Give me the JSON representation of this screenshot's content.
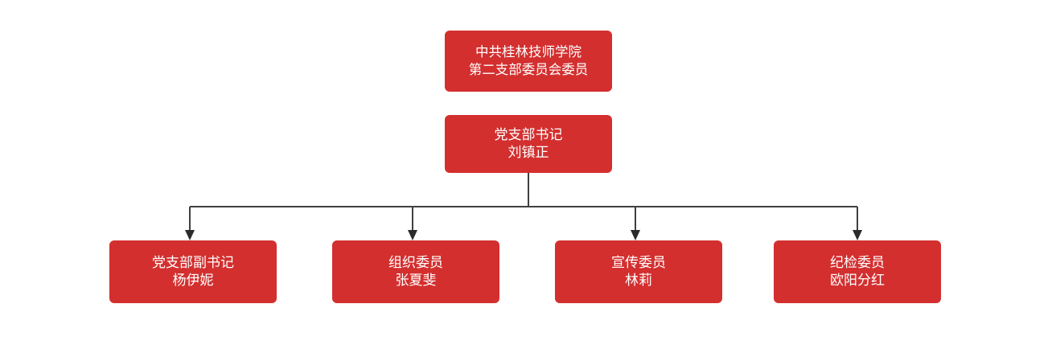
{
  "chart_data": {
    "type": "diagram",
    "diagram_kind": "organizational-chart",
    "title": "中共桂林技师学院第二支部委员会委员",
    "orientation": "top-down",
    "theme": {
      "node_fill": "#d32f2f",
      "node_text": "#ffffff",
      "connector": "#404040",
      "background": "#ffffff"
    },
    "nodes": [
      {
        "id": "root",
        "level": 0,
        "line1": "中共桂林技师学院",
        "line2": "第二支部委员会委员"
      },
      {
        "id": "leader",
        "level": 1,
        "line1": "党支部书记",
        "line2": "刘镇正"
      },
      {
        "id": "child-0",
        "level": 2,
        "line1": "党支部副书记",
        "line2": "杨伊妮"
      },
      {
        "id": "child-1",
        "level": 2,
        "line1": "组织委员",
        "line2": "张夏斐"
      },
      {
        "id": "child-2",
        "level": 2,
        "line1": "宣传委员",
        "line2": "林莉"
      },
      {
        "id": "child-3",
        "level": 2,
        "line1": "纪检委员",
        "line2": "欧阳分红"
      }
    ],
    "edges": [
      {
        "from": "leader",
        "to": "child-0",
        "arrow": true
      },
      {
        "from": "leader",
        "to": "child-1",
        "arrow": true
      },
      {
        "from": "leader",
        "to": "child-2",
        "arrow": true
      },
      {
        "from": "leader",
        "to": "child-3",
        "arrow": true
      }
    ]
  },
  "chart": {
    "root": {
      "line1": "中共桂林技师学院",
      "line2": "第二支部委员会委员"
    },
    "leader": {
      "line1": "党支部书记",
      "line2": "刘镇正"
    },
    "children": [
      {
        "line1": "党支部副书记",
        "line2": "杨伊妮"
      },
      {
        "line1": "组织委员",
        "line2": "张夏斐"
      },
      {
        "line1": "宣传委员",
        "line2": "林莉"
      },
      {
        "line1": "纪检委员",
        "line2": "欧阳分红"
      }
    ]
  }
}
